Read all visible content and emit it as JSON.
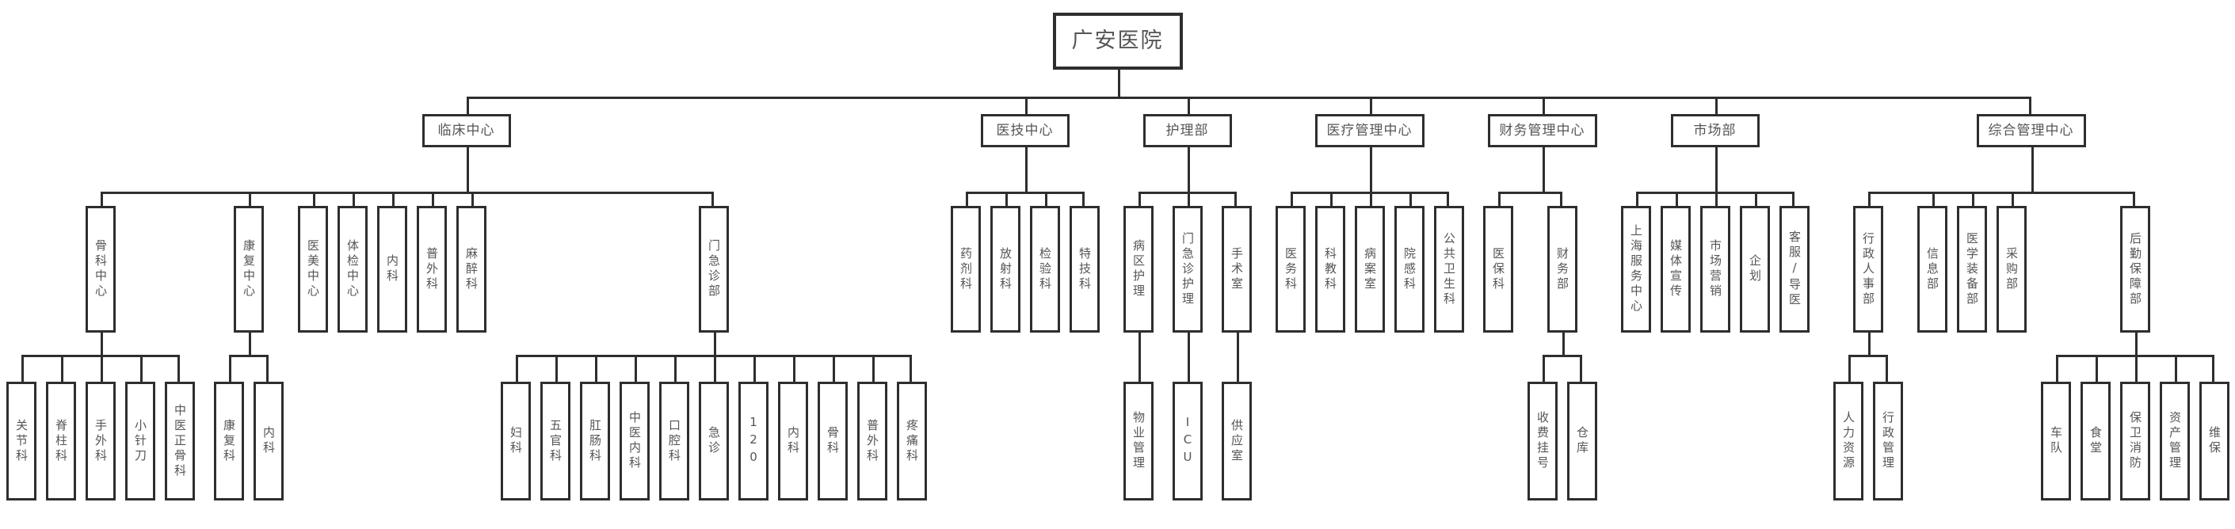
{
  "diagram_type": "org-chart",
  "colors": {
    "background": "#ffffff",
    "line": "#2e2e2e",
    "text": "#555555"
  },
  "org": {
    "label": "广安医院",
    "children": [
      {
        "label": "临床中心",
        "children": [
          {
            "label": "骨科中心",
            "children": [
              {
                "label": "关节科"
              },
              {
                "label": "脊柱科"
              },
              {
                "label": "手外科"
              },
              {
                "label": "小针刀"
              },
              {
                "label": "中医正骨科"
              }
            ]
          },
          {
            "label": "康复中心",
            "children": [
              {
                "label": "康复科"
              },
              {
                "label": "内科"
              }
            ]
          },
          {
            "label": "医美中心"
          },
          {
            "label": "体检中心"
          },
          {
            "label": "内科"
          },
          {
            "label": "普外科"
          },
          {
            "label": "麻醉科"
          },
          {
            "label": "门急诊部",
            "children": [
              {
                "label": "妇科"
              },
              {
                "label": "五官科"
              },
              {
                "label": "肛肠科"
              },
              {
                "label": "中医内科"
              },
              {
                "label": "口腔科"
              },
              {
                "label": "急诊"
              },
              {
                "label": "120"
              },
              {
                "label": "内科"
              },
              {
                "label": "骨科"
              },
              {
                "label": "普外科"
              },
              {
                "label": "疼痛科"
              }
            ]
          }
        ]
      },
      {
        "label": "医技中心",
        "children": [
          {
            "label": "药剂科"
          },
          {
            "label": "放射科"
          },
          {
            "label": "检验科"
          },
          {
            "label": "特技科"
          }
        ]
      },
      {
        "label": "护理部",
        "children": [
          {
            "label": "病区护理",
            "children": [
              {
                "label": "物业管理"
              }
            ]
          },
          {
            "label": "门急诊护理",
            "children": [
              {
                "label": "ICU"
              }
            ]
          },
          {
            "label": "手术室",
            "children": [
              {
                "label": "供应室"
              }
            ]
          }
        ]
      },
      {
        "label": "医疗管理中心",
        "children": [
          {
            "label": "医务科"
          },
          {
            "label": "科教科"
          },
          {
            "label": "病案室"
          },
          {
            "label": "院感科"
          },
          {
            "label": "公共卫生科"
          }
        ]
      },
      {
        "label": "财务管理中心",
        "children": [
          {
            "label": "医保科"
          },
          {
            "label": "财务部",
            "children": [
              {
                "label": "收费挂号"
              },
              {
                "label": "仓库"
              }
            ]
          }
        ]
      },
      {
        "label": "市场部",
        "children": [
          {
            "label": "上海服务中心"
          },
          {
            "label": "媒体宣传"
          },
          {
            "label": "市场营销"
          },
          {
            "label": "企划"
          },
          {
            "label": "客服/导医"
          }
        ]
      },
      {
        "label": "综合管理中心",
        "children": [
          {
            "label": "行政人事部",
            "children": [
              {
                "label": "人力资源"
              },
              {
                "label": "行政管理"
              }
            ]
          },
          {
            "label": "信息部"
          },
          {
            "label": "医学装备部"
          },
          {
            "label": "采购部"
          },
          {
            "label": "后勤保障部",
            "children": [
              {
                "label": "车队"
              },
              {
                "label": "食堂"
              },
              {
                "label": "保卫消防"
              },
              {
                "label": "资产管理"
              },
              {
                "label": "维保"
              }
            ]
          }
        ]
      }
    ]
  }
}
